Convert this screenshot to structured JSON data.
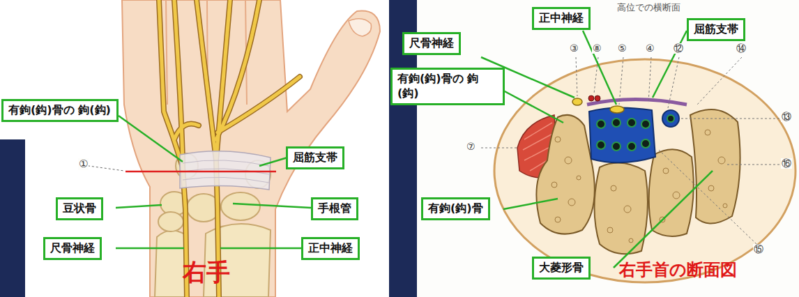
{
  "diagram": {
    "nodes": [
      {
        "text": [
          "有鉤(鈎)骨の 鉤(鈎)"
        ]
      },
      {
        "text": [
          "屈筋支帯"
        ]
      },
      {
        "text": [
          "豆状骨"
        ]
      },
      {
        "text": [
          "手根管"
        ]
      },
      {
        "text": [
          "尺骨神経"
        ]
      },
      {
        "text": [
          "正中神経"
        ]
      },
      {
        "text": [
          "正中神経"
        ]
      },
      {
        "text": [
          "尺骨神経"
        ]
      },
      {
        "text": [
          "屈筋支帯"
        ]
      },
      {
        "text": [
          "有鉤(鈎)骨の 鉤(鈎)"
        ]
      },
      {
        "text": [
          "有鉤(鈎)骨"
        ]
      },
      {
        "text": [
          "大菱形骨"
        ]
      }
    ],
    "labels": [
      "①",
      "右手",
      "高位での横断面",
      "③",
      "⑧",
      "⑤",
      "④",
      "⑫",
      "⑭",
      "⑬",
      "⑦",
      "⑯",
      "⑮",
      "右手首の断面図"
    ]
  }
}
